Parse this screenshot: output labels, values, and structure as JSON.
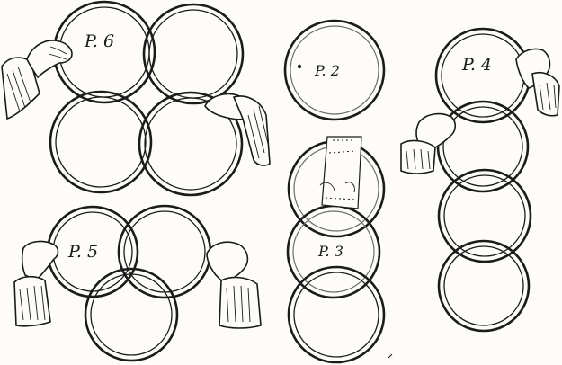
{
  "figures": [
    {
      "id": "p6",
      "label": "P. 6"
    },
    {
      "id": "p5",
      "label": "P. 5"
    },
    {
      "id": "p2",
      "label": "P. 2"
    },
    {
      "id": "p3",
      "label": "P. 3"
    },
    {
      "id": "p4",
      "label": "P. 4"
    }
  ],
  "colors": {
    "ink": "#1b1b1b",
    "paper": "#fdfcf8"
  }
}
